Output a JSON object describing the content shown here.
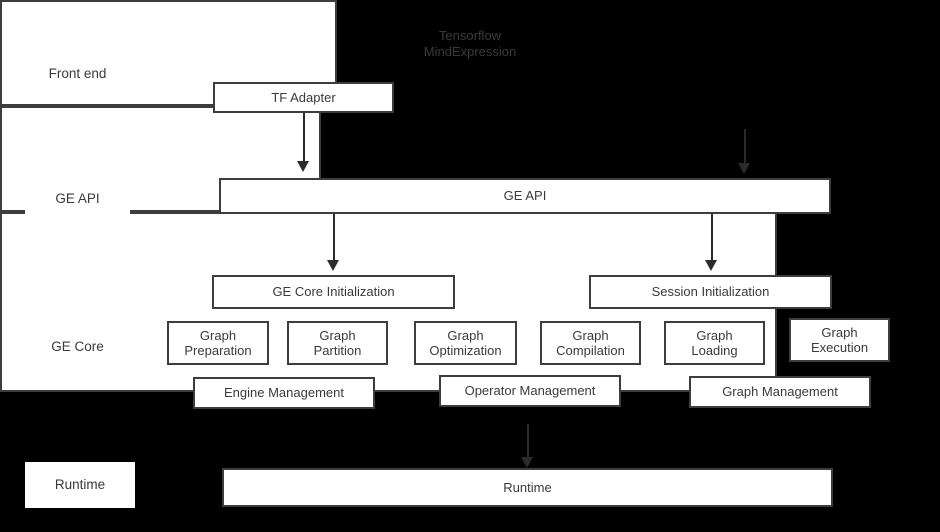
{
  "diagram": {
    "title": "GE (Graph Engine) layered architecture",
    "background_color": "#000000",
    "box_fill": "#ffffff",
    "box_border": "#3d3d3d",
    "text_color": "#3a3a3a",
    "connector_color": "#2b2b2b"
  },
  "layer_labels": [
    {
      "label": "Front end"
    },
    {
      "label": "GE API"
    },
    {
      "label": "GE Core"
    },
    {
      "label": "Runtime"
    }
  ],
  "frontend": {
    "tensorflow": {
      "title": "Tensorflow",
      "adapter_label": "TF Adapter"
    },
    "mindexpression": {
      "title": "MindExpression"
    }
  },
  "ge_api": {
    "label": "GE API"
  },
  "ge_core": {
    "init_boxes": [
      {
        "label": "GE Core Initialization"
      },
      {
        "label": "Session Initialization"
      }
    ],
    "stage_boxes": [
      {
        "label": "Graph\nPreparation"
      },
      {
        "label": "Graph\nPartition"
      },
      {
        "label": "Graph\nOptimization"
      },
      {
        "label": "Graph\nCompilation"
      },
      {
        "label": "Graph\nLoading"
      },
      {
        "label": "Graph\nExecution"
      }
    ],
    "management_boxes": [
      {
        "label": "Engine Management"
      },
      {
        "label": "Operator Management"
      },
      {
        "label": "Graph Management"
      }
    ]
  },
  "runtime": {
    "label": "Runtime"
  }
}
